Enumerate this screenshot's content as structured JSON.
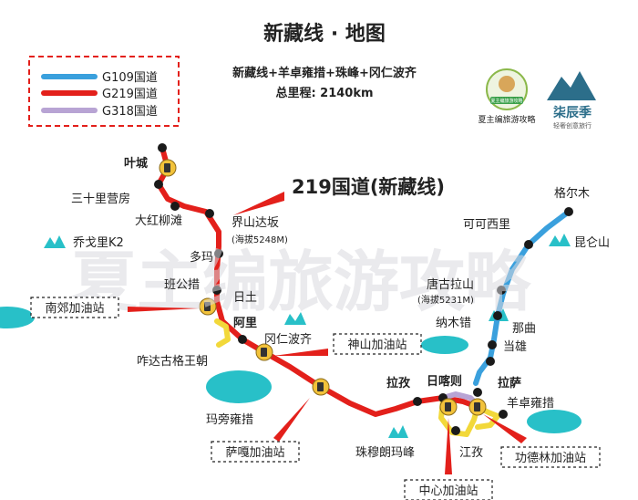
{
  "title": "新藏线 · 地图",
  "subtitle": "新藏线+羊卓雍措+珠峰+冈仁波齐",
  "total_distance": "总里程: 2140km",
  "legend": [
    {
      "label": "G109国道",
      "color": "#3aa0dd"
    },
    {
      "label": "G219国道",
      "color": "#e3201b"
    },
    {
      "label": "G318国道",
      "color": "#b8a4d4"
    }
  ],
  "big_label": "219国道(新藏线)",
  "watermark": "夏主编旅游攻略",
  "logos": {
    "left_caption": "夏主编旅游攻略",
    "left_badge": "夏主编旅游攻略",
    "right_name": "柒辰季",
    "right_tagline": "轻奢创意旅行"
  },
  "places": {
    "yecheng": "叶城",
    "sanshili": "三十里营房",
    "dahong": "大红柳滩",
    "jieshan": "界山达坂",
    "jieshan_alt": "(海拔5248M)",
    "qiaoge": "乔戈里K2",
    "duoma": "多玛",
    "bangong": "班公措",
    "ritu": "日土",
    "ali": "阿里",
    "zhada": "咋达古格王朝",
    "gangren": "冈仁波齐",
    "mapang": "玛旁雍措",
    "geermu": "格尔木",
    "kekexili": "可可西里",
    "kunlun": "昆仑山",
    "tanggula": "唐古拉山",
    "tanggula_alt": "(海拔5231M)",
    "namucuo": "纳木错",
    "naqu": "那曲",
    "dangxiong": "当雄",
    "lazi": "拉孜",
    "rikaze": "日喀则",
    "lasa": "拉萨",
    "yangzhuo": "羊卓雍措",
    "zhumulangma": "珠穆朗玛峰",
    "jiangzi": "江孜"
  },
  "stations": {
    "nanjiao": "南郊加油站",
    "shenshan": "神山加油站",
    "saga": "萨嘎加油站",
    "zhongxin": "中心加油站",
    "gongdelin": "功德林加油站"
  }
}
